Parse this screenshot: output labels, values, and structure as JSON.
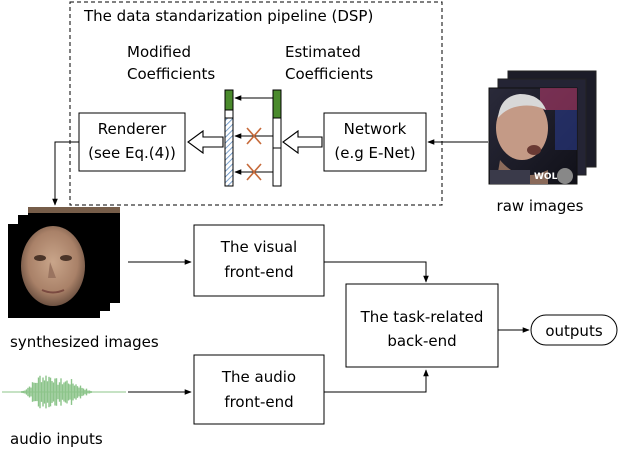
{
  "pipeline": {
    "title": "The data standarization pipeline (DSP)",
    "modified_line1": "Modified",
    "modified_line2": "Coefficients",
    "estimated_line1": "Estimated",
    "estimated_line2": "Coefficients",
    "renderer_line1": "Renderer",
    "renderer_line2": "(see Eq.(4))",
    "network_line1": "Network",
    "network_line2": "(e.g E-Net)"
  },
  "raw_images_label": "raw images",
  "raw_image_overlay": "WOLF",
  "synthesized_label": "synthesized images",
  "audio_label": "audio inputs",
  "visual_line1": "The visual",
  "visual_line2": "front-end",
  "audio_fe_line1": "The audio",
  "audio_fe_line2": "front-end",
  "backend_line1": "The task-related",
  "backend_line2": "back-end",
  "outputs": "outputs",
  "colors": {
    "coef_green": "#4a8a2c",
    "cross_orange": "#c66a3a",
    "hatch_blue": "#5a8ac0",
    "waveform": "#8cc48a"
  }
}
